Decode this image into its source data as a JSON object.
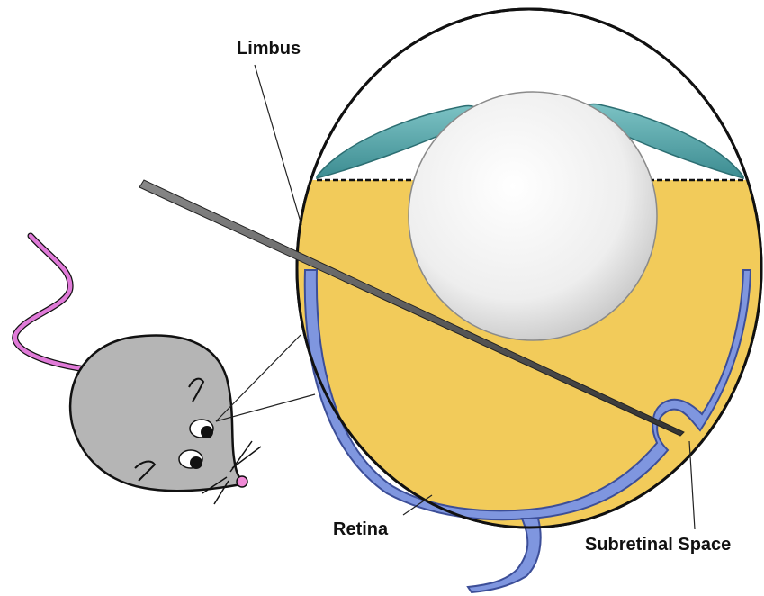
{
  "labels": {
    "limbus": "Limbus",
    "retina": "Retina",
    "subretinal_space": "Subretinal Space"
  },
  "colors": {
    "vitreous": "#F2CB5A",
    "retina": "#7F96DF",
    "retina_outline": "#3C4E98",
    "ciliary_body": "#4D9FA3",
    "lens": "#EBEBEB",
    "needle": "#555555",
    "mouse_body": "#B5B5B5",
    "mouse_tail": "#E07AD8",
    "mouse_nose": "#F08AD6",
    "outline": "#111111"
  }
}
